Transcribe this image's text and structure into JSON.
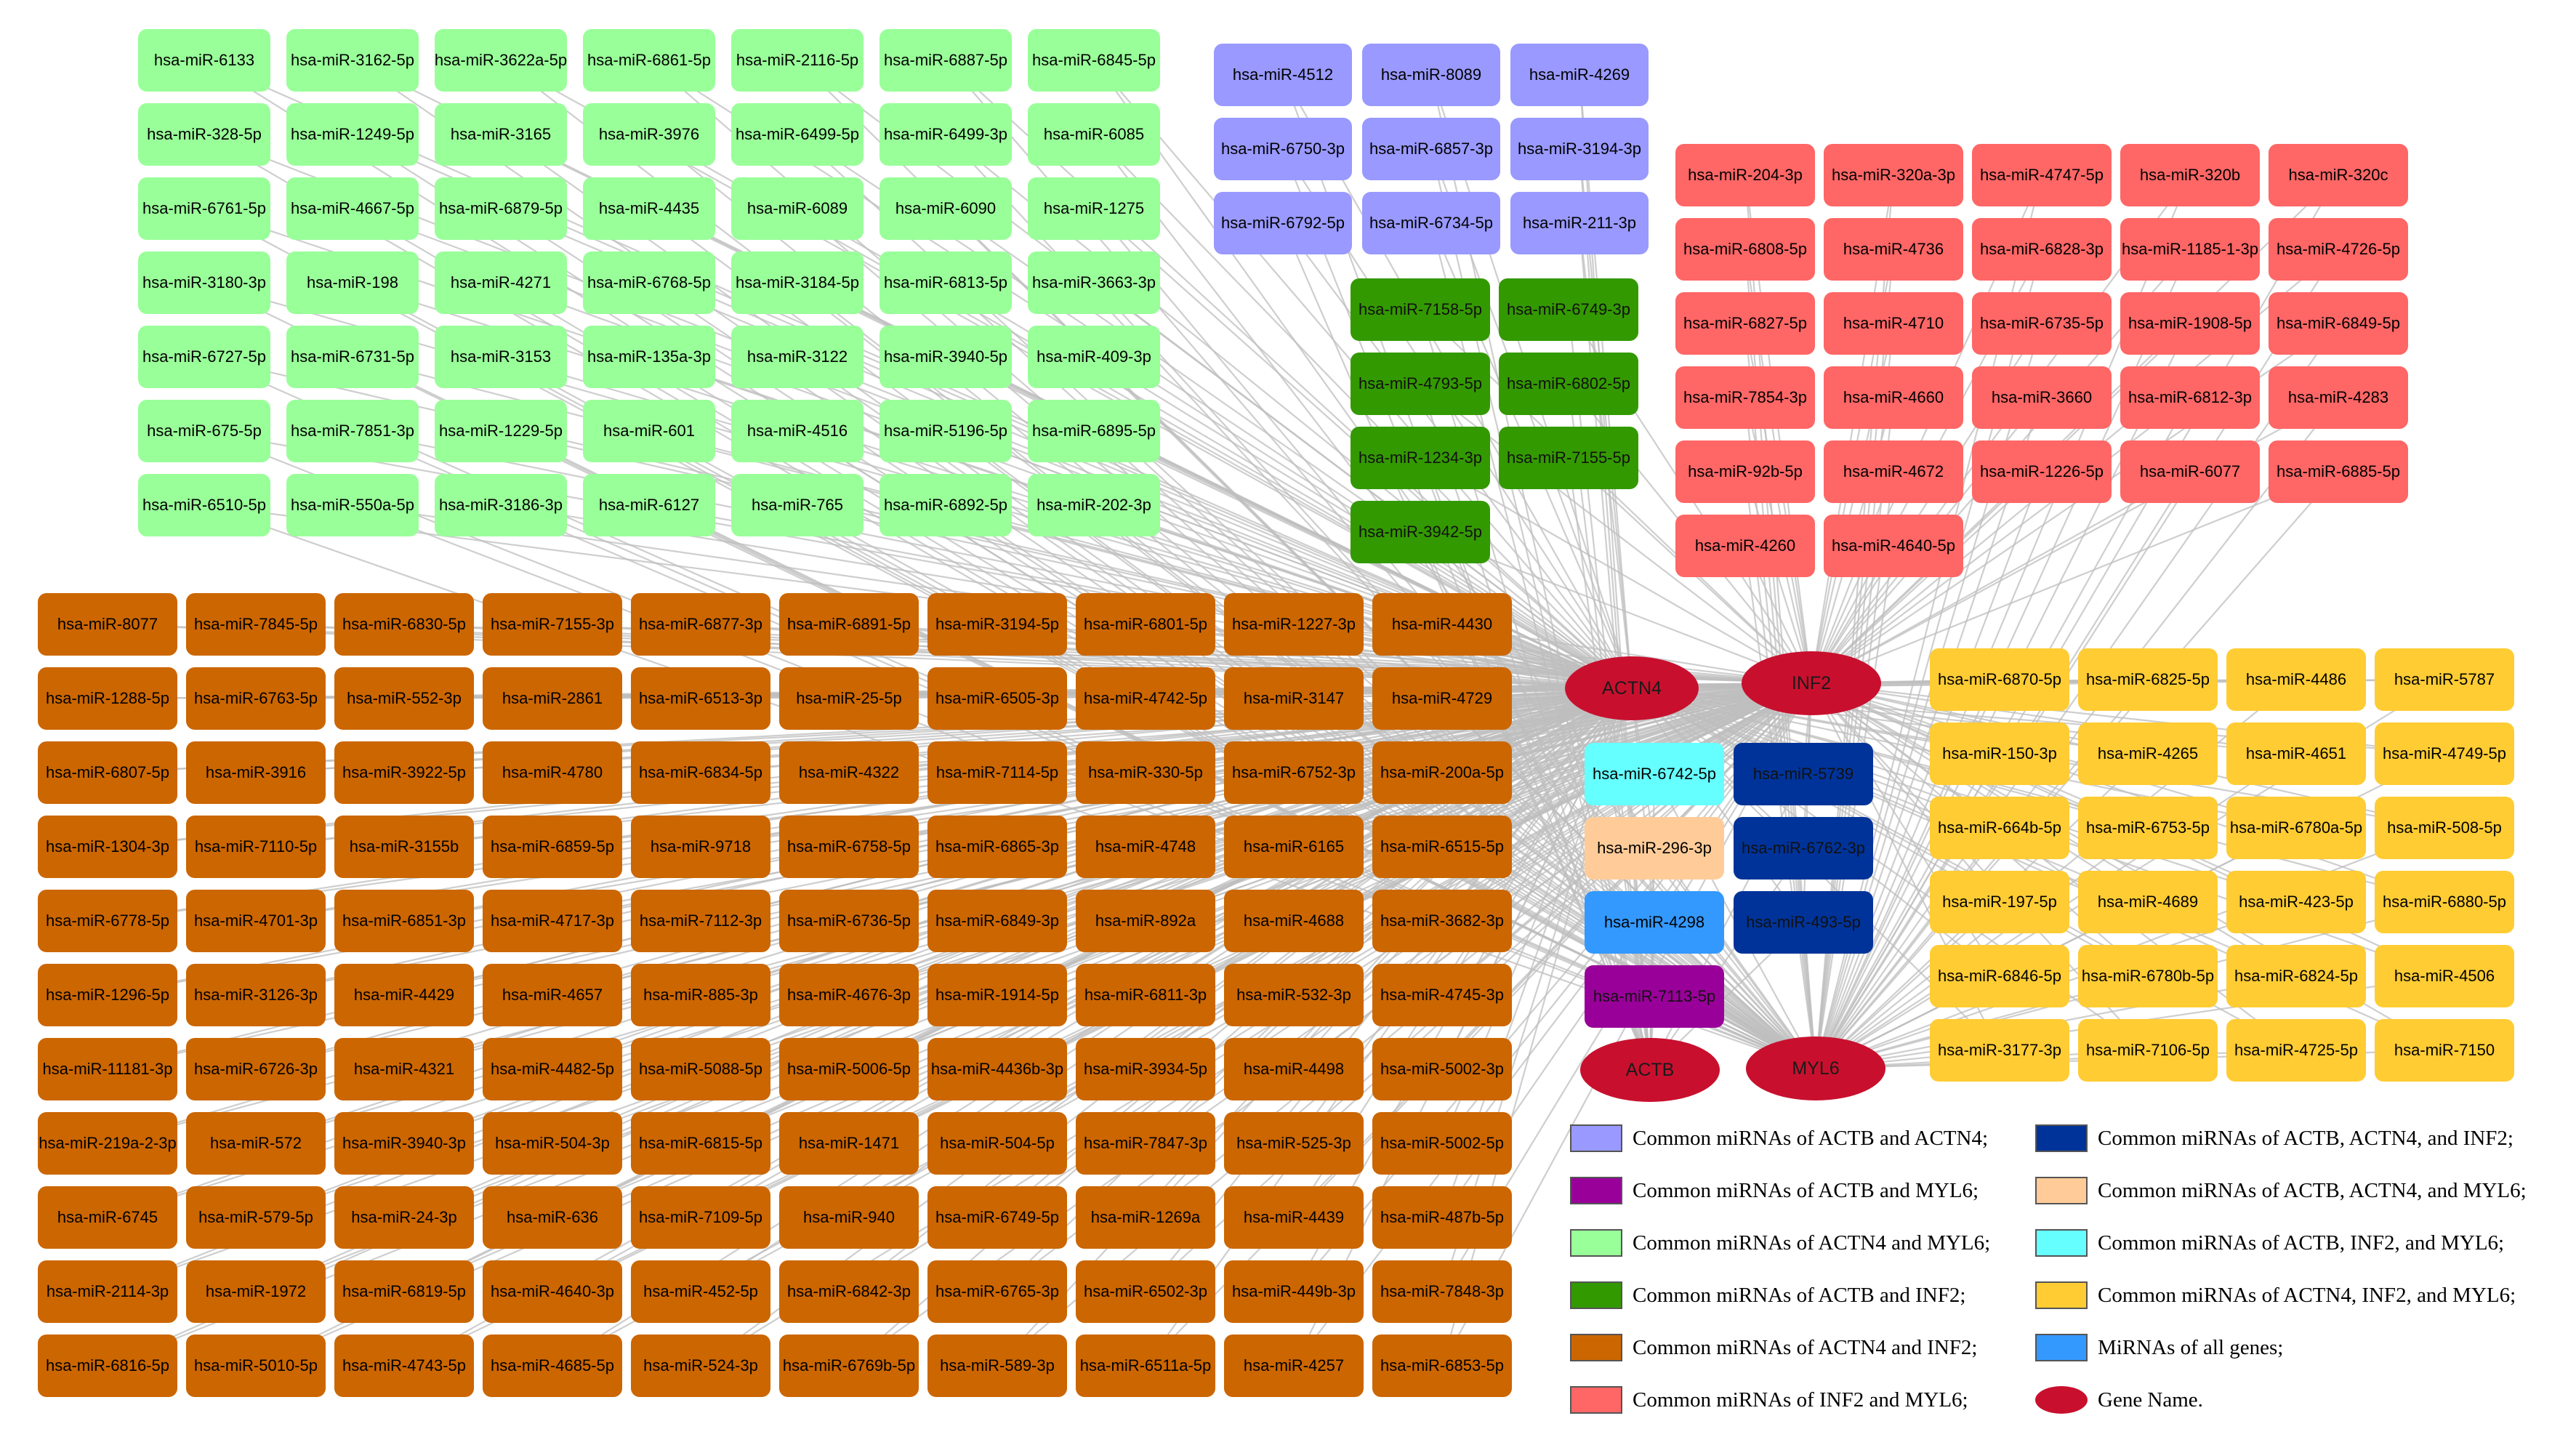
{
  "genes": [
    {
      "id": "ACTN4",
      "label": "ACTN4"
    },
    {
      "id": "INF2",
      "label": "INF2"
    },
    {
      "id": "ACTB",
      "label": "ACTB"
    },
    {
      "id": "MYL6",
      "label": "MYL6"
    }
  ],
  "groups": [
    {
      "key": "actn4_myl6",
      "color": "#99ff99",
      "cols": 7,
      "targets": [
        "ACTN4",
        "MYL6"
      ],
      "nodes": [
        "hsa-miR-6133",
        "hsa-miR-3162-5p",
        "hsa-miR-3622a-5p",
        "hsa-miR-6861-5p",
        "hsa-miR-2116-5p",
        "hsa-miR-6887-5p",
        "hsa-miR-6845-5p",
        "hsa-miR-328-5p",
        "hsa-miR-1249-5p",
        "hsa-miR-3165",
        "hsa-miR-3976",
        "hsa-miR-6499-5p",
        "hsa-miR-6499-3p",
        "hsa-miR-6085",
        "hsa-miR-6761-5p",
        "hsa-miR-4667-5p",
        "hsa-miR-6879-5p",
        "hsa-miR-4435",
        "hsa-miR-6089",
        "hsa-miR-6090",
        "hsa-miR-1275",
        "hsa-miR-3180-3p",
        "hsa-miR-198",
        "hsa-miR-4271",
        "hsa-miR-6768-5p",
        "hsa-miR-3184-5p",
        "hsa-miR-6813-5p",
        "hsa-miR-3663-3p",
        "hsa-miR-6727-5p",
        "hsa-miR-6731-5p",
        "hsa-miR-3153",
        "hsa-miR-135a-3p",
        "hsa-miR-3122",
        "hsa-miR-3940-5p",
        "hsa-miR-409-3p",
        "hsa-miR-675-5p",
        "hsa-miR-7851-3p",
        "hsa-miR-1229-5p",
        "hsa-miR-601",
        "hsa-miR-4516",
        "hsa-miR-5196-5p",
        "hsa-miR-6895-5p",
        "hsa-miR-6510-5p",
        "hsa-miR-550a-5p",
        "hsa-miR-3186-3p",
        "hsa-miR-6127",
        "hsa-miR-765",
        "hsa-miR-6892-5p",
        "hsa-miR-202-3p"
      ]
    },
    {
      "key": "actb_actn4",
      "color": "#9999ff",
      "cols": 3,
      "targets": [
        "ACTB",
        "ACTN4"
      ],
      "nodes": [
        "hsa-miR-4512",
        "hsa-miR-8089",
        "hsa-miR-4269",
        "hsa-miR-6750-3p",
        "hsa-miR-6857-3p",
        "hsa-miR-3194-3p",
        "hsa-miR-6792-5p",
        "hsa-miR-6734-5p",
        "hsa-miR-211-3p"
      ]
    },
    {
      "key": "actb_inf2",
      "color": "#339900",
      "cols": 2,
      "targets": [
        "ACTB",
        "INF2"
      ],
      "nodes": [
        "hsa-miR-7158-5p",
        "hsa-miR-6749-3p",
        "hsa-miR-4793-5p",
        "hsa-miR-6802-5p",
        "hsa-miR-1234-3p",
        "hsa-miR-7155-5p",
        "hsa-miR-3942-5p"
      ]
    },
    {
      "key": "inf2_myl6",
      "color": "#ff6666",
      "cols": 5,
      "targets": [
        "INF2",
        "MYL6"
      ],
      "nodes": [
        "hsa-miR-204-3p",
        "hsa-miR-320a-3p",
        "hsa-miR-4747-5p",
        "hsa-miR-320b",
        "hsa-miR-320c",
        "hsa-miR-6808-5p",
        "hsa-miR-4736",
        "hsa-miR-6828-3p",
        "hsa-miR-1185-1-3p",
        "hsa-miR-4726-5p",
        "hsa-miR-6827-5p",
        "hsa-miR-4710",
        "hsa-miR-6735-5p",
        "hsa-miR-1908-5p",
        "hsa-miR-6849-5p",
        "hsa-miR-7854-3p",
        "hsa-miR-4660",
        "hsa-miR-3660",
        "hsa-miR-6812-3p",
        "hsa-miR-4283",
        "hsa-miR-92b-5p",
        "hsa-miR-4672",
        "hsa-miR-1226-5p",
        "hsa-miR-6077",
        "hsa-miR-6885-5p",
        "hsa-miR-4260",
        "hsa-miR-4640-5p"
      ]
    },
    {
      "key": "actn4_inf2",
      "color": "#cc6600",
      "cols": 10,
      "targets": [
        "ACTN4",
        "INF2"
      ],
      "nodes": [
        "hsa-miR-8077",
        "hsa-miR-7845-5p",
        "hsa-miR-6830-5p",
        "hsa-miR-7155-3p",
        "hsa-miR-6877-3p",
        "hsa-miR-6891-5p",
        "hsa-miR-3194-5p",
        "hsa-miR-6801-5p",
        "hsa-miR-1227-3p",
        "hsa-miR-4430",
        "hsa-miR-1288-5p",
        "hsa-miR-6763-5p",
        "hsa-miR-552-3p",
        "hsa-miR-2861",
        "hsa-miR-6513-3p",
        "hsa-miR-25-5p",
        "hsa-miR-6505-3p",
        "hsa-miR-4742-5p",
        "hsa-miR-3147",
        "hsa-miR-4729",
        "hsa-miR-6807-5p",
        "hsa-miR-3916",
        "hsa-miR-3922-5p",
        "hsa-miR-4780",
        "hsa-miR-6834-5p",
        "hsa-miR-4322",
        "hsa-miR-7114-5p",
        "hsa-miR-330-5p",
        "hsa-miR-6752-3p",
        "hsa-miR-200a-5p",
        "hsa-miR-1304-3p",
        "hsa-miR-7110-5p",
        "hsa-miR-3155b",
        "hsa-miR-6859-5p",
        "hsa-miR-9718",
        "hsa-miR-6758-5p",
        "hsa-miR-6865-3p",
        "hsa-miR-4748",
        "hsa-miR-6165",
        "hsa-miR-6515-5p",
        "hsa-miR-6778-5p",
        "hsa-miR-4701-3p",
        "hsa-miR-6851-3p",
        "hsa-miR-4717-3p",
        "hsa-miR-7112-3p",
        "hsa-miR-6736-5p",
        "hsa-miR-6849-3p",
        "hsa-miR-892a",
        "hsa-miR-4688",
        "hsa-miR-3682-3p",
        "hsa-miR-1296-5p",
        "hsa-miR-3126-3p",
        "hsa-miR-4429",
        "hsa-miR-4657",
        "hsa-miR-885-3p",
        "hsa-miR-4676-3p",
        "hsa-miR-1914-5p",
        "hsa-miR-6811-3p",
        "hsa-miR-532-3p",
        "hsa-miR-4745-3p",
        "hsa-miR-11181-3p",
        "hsa-miR-6726-3p",
        "hsa-miR-4321",
        "hsa-miR-4482-5p",
        "hsa-miR-5088-5p",
        "hsa-miR-5006-5p",
        "hsa-miR-4436b-3p",
        "hsa-miR-3934-5p",
        "hsa-miR-4498",
        "hsa-miR-5002-3p",
        "hsa-miR-219a-2-3p",
        "hsa-miR-572",
        "hsa-miR-3940-3p",
        "hsa-miR-504-3p",
        "hsa-miR-6815-5p",
        "hsa-miR-1471",
        "hsa-miR-504-5p",
        "hsa-miR-7847-3p",
        "hsa-miR-525-3p",
        "hsa-miR-5002-5p",
        "hsa-miR-6745",
        "hsa-miR-579-5p",
        "hsa-miR-24-3p",
        "hsa-miR-636",
        "hsa-miR-7109-5p",
        "hsa-miR-940",
        "hsa-miR-6749-5p",
        "hsa-miR-1269a",
        "hsa-miR-4439",
        "hsa-miR-487b-5p",
        "hsa-miR-2114-3p",
        "hsa-miR-1972",
        "hsa-miR-6819-5p",
        "hsa-miR-4640-3p",
        "hsa-miR-452-5p",
        "hsa-miR-6842-3p",
        "hsa-miR-6765-3p",
        "hsa-miR-6502-3p",
        "hsa-miR-449b-3p",
        "hsa-miR-7848-3p",
        "hsa-miR-6816-5p",
        "hsa-miR-5010-5p",
        "hsa-miR-4743-5p",
        "hsa-miR-4685-5p",
        "hsa-miR-524-3p",
        "hsa-miR-6769b-5p",
        "hsa-miR-589-3p",
        "hsa-miR-6511a-5p",
        "hsa-miR-4257",
        "hsa-miR-6853-5p"
      ]
    },
    {
      "key": "actn4_inf2_myl6",
      "color": "#ffcc33",
      "cols": 4,
      "targets": [
        "ACTN4",
        "INF2",
        "MYL6"
      ],
      "nodes": [
        "hsa-miR-6870-5p",
        "hsa-miR-6825-5p",
        "hsa-miR-4486",
        "hsa-miR-5787",
        "hsa-miR-150-3p",
        "hsa-miR-4265",
        "hsa-miR-4651",
        "hsa-miR-4749-5p",
        "hsa-miR-664b-5p",
        "hsa-miR-6753-5p",
        "hsa-miR-6780a-5p",
        "hsa-miR-508-5p",
        "hsa-miR-197-5p",
        "hsa-miR-4689",
        "hsa-miR-423-5p",
        "hsa-miR-6880-5p",
        "hsa-miR-6846-5p",
        "hsa-miR-6780b-5p",
        "hsa-miR-6824-5p",
        "hsa-miR-4506",
        "hsa-miR-3177-3p",
        "hsa-miR-7106-5p",
        "hsa-miR-4725-5p",
        "hsa-miR-7150"
      ]
    },
    {
      "key": "actb_inf2_myl6",
      "color": "#66ffff",
      "cols": 1,
      "targets": [
        "ACTB",
        "INF2",
        "MYL6"
      ],
      "nodes": [
        "hsa-miR-6742-5p"
      ]
    },
    {
      "key": "actb_actn4_myl6",
      "color": "#ffcc99",
      "cols": 1,
      "targets": [
        "ACTB",
        "ACTN4",
        "MYL6"
      ],
      "nodes": [
        "hsa-miR-296-3p"
      ]
    },
    {
      "key": "all_genes",
      "color": "#3399ff",
      "cols": 1,
      "targets": [
        "ACTB",
        "ACTN4",
        "INF2",
        "MYL6"
      ],
      "nodes": [
        "hsa-miR-4298"
      ]
    },
    {
      "key": "actb_myl6",
      "color": "#990099",
      "cols": 1,
      "targets": [
        "ACTB",
        "MYL6"
      ],
      "nodes": [
        "hsa-miR-7113-5p"
      ]
    },
    {
      "key": "actb_actn4_inf2",
      "color": "#003399",
      "cols": 1,
      "targets": [
        "ACTB",
        "ACTN4",
        "INF2"
      ],
      "nodes": [
        "hsa-miR-5739",
        "hsa-miR-6762-3p",
        "hsa-miR-493-5p"
      ]
    }
  ],
  "legend": [
    {
      "key": "actb_actn4",
      "text": "Common miRNAs of ACTB and ACTN4;",
      "color": "#9999ff",
      "shape": "rect"
    },
    {
      "key": "actb_myl6",
      "text": "Common miRNAs of ACTB and MYL6;",
      "color": "#990099",
      "shape": "rect"
    },
    {
      "key": "actn4_myl6",
      "text": "Common miRNAs of ACTN4 and MYL6;",
      "color": "#99ff99",
      "shape": "rect"
    },
    {
      "key": "actb_inf2",
      "text": "Common miRNAs of ACTB and INF2;",
      "color": "#339900",
      "shape": "rect"
    },
    {
      "key": "actn4_inf2",
      "text": "Common miRNAs of ACTN4 and INF2;",
      "color": "#cc6600",
      "shape": "rect"
    },
    {
      "key": "inf2_myl6",
      "text": "Common miRNAs of INF2 and MYL6;",
      "color": "#ff6666",
      "shape": "rect"
    },
    {
      "key": "actb_actn4_inf2",
      "text": "Common miRNAs of ACTB, ACTN4, and INF2;",
      "color": "#003399",
      "shape": "rect"
    },
    {
      "key": "actb_actn4_myl6",
      "text": "Common miRNAs of ACTB, ACTN4, and MYL6;",
      "color": "#ffcc99",
      "shape": "rect"
    },
    {
      "key": "actb_inf2_myl6",
      "text": "Common miRNAs of ACTB, INF2, and MYL6;",
      "color": "#66ffff",
      "shape": "rect"
    },
    {
      "key": "actn4_inf2_myl6",
      "text": "Common miRNAs of ACTN4, INF2, and MYL6;",
      "color": "#ffcc33",
      "shape": "rect"
    },
    {
      "key": "all_genes",
      "text": "MiRNAs of all genes;",
      "color": "#3399ff",
      "shape": "rect"
    },
    {
      "key": "gene",
      "text": "Gene Name.",
      "color": "#c8102e",
      "shape": "ellipse"
    }
  ],
  "colors": {
    "edge": "#bdbdbd",
    "gene": "#c8102e"
  }
}
